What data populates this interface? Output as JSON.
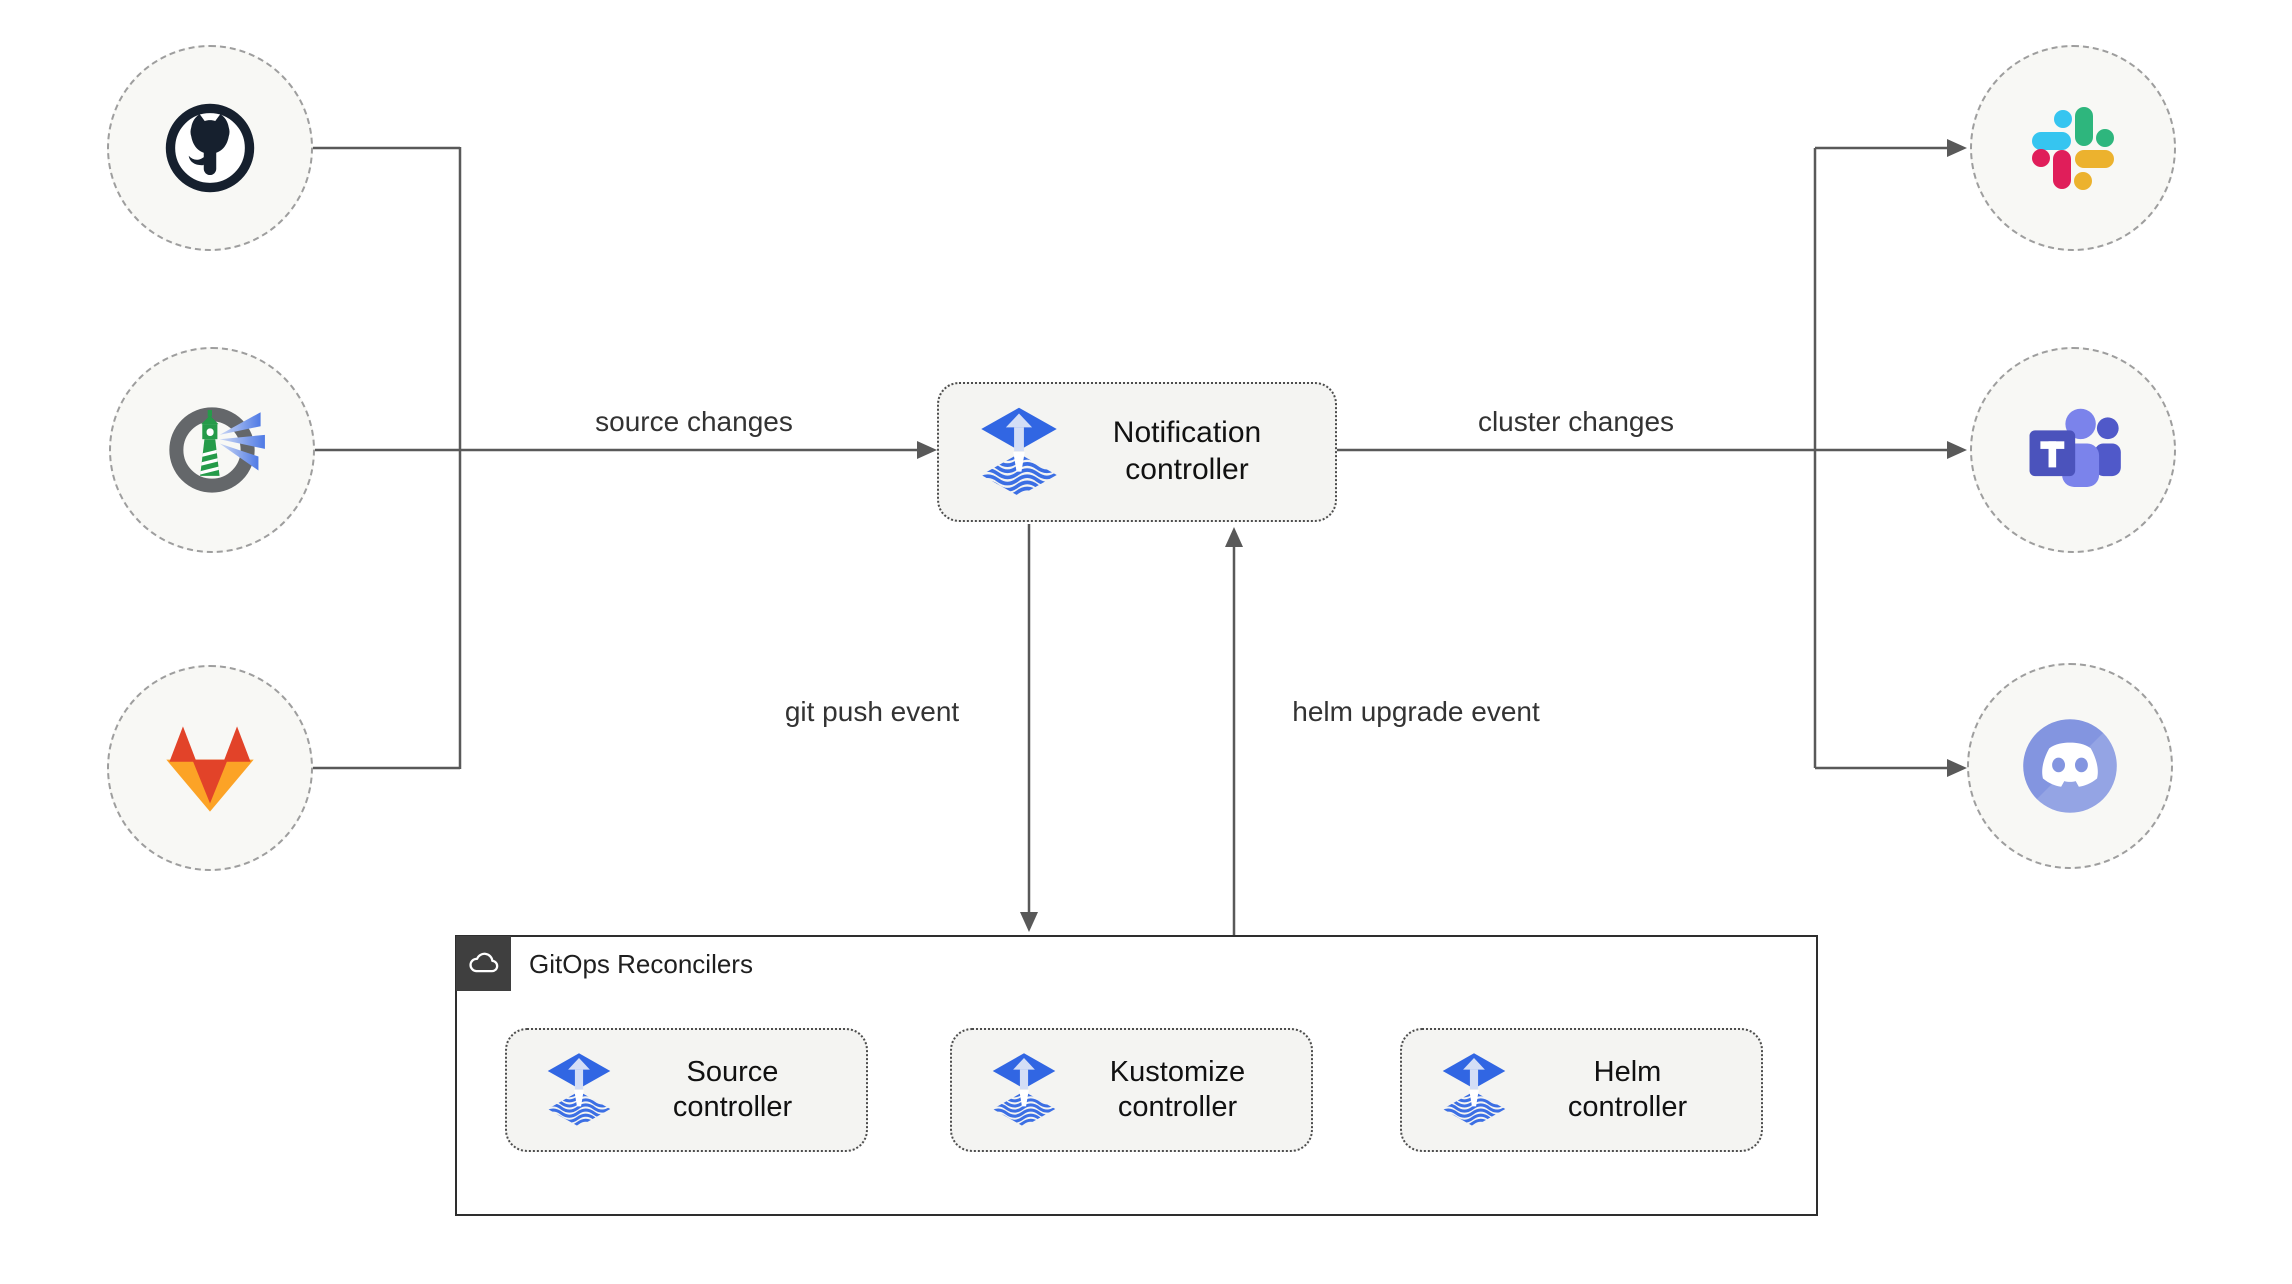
{
  "labels": {
    "source_changes": "source changes",
    "cluster_changes": "cluster changes",
    "git_push_event": "git push event",
    "helm_upgrade_event": "helm upgrade event"
  },
  "controllers": {
    "notification": "Notification controller",
    "source": "Source controller",
    "kustomize": "Kustomize controller",
    "helm": "Helm controller"
  },
  "reconcilers_title": "GitOps Reconcilers",
  "nodes": {
    "sources": [
      {
        "icon": "github-icon"
      },
      {
        "icon": "harbor-icon"
      },
      {
        "icon": "gitlab-icon"
      }
    ],
    "providers": [
      {
        "icon": "slack-icon"
      },
      {
        "icon": "teams-icon"
      },
      {
        "icon": "discord-icon"
      }
    ]
  },
  "colors": {
    "background": "#ffffff",
    "connector": "#595959",
    "edge_label_text": "#333333",
    "circle_node_fill": "#f8f8f5",
    "circle_node_border": "#9e9e9e",
    "box_fill": "#f4f4f2",
    "box_border": "#4d4d4d",
    "group_border": "#2e2e2e",
    "badge_background": "#3f3f3f",
    "flux_blue": "#3166e3",
    "flux_arrow_light": "#d4def6",
    "github_dark": "#16202e",
    "harbor_green": "#259b49",
    "gitlab_red": "#e24329",
    "gitlab_orange": "#fca326",
    "slack_blue": "#36C5F0",
    "slack_green": "#2EB67D",
    "slack_yellow": "#ECB22E",
    "slack_red": "#E01E5A",
    "teams_purple": "#4b53bc",
    "teams_light_purple": "#7b83eb",
    "discord_blurple": "#8395e0"
  }
}
